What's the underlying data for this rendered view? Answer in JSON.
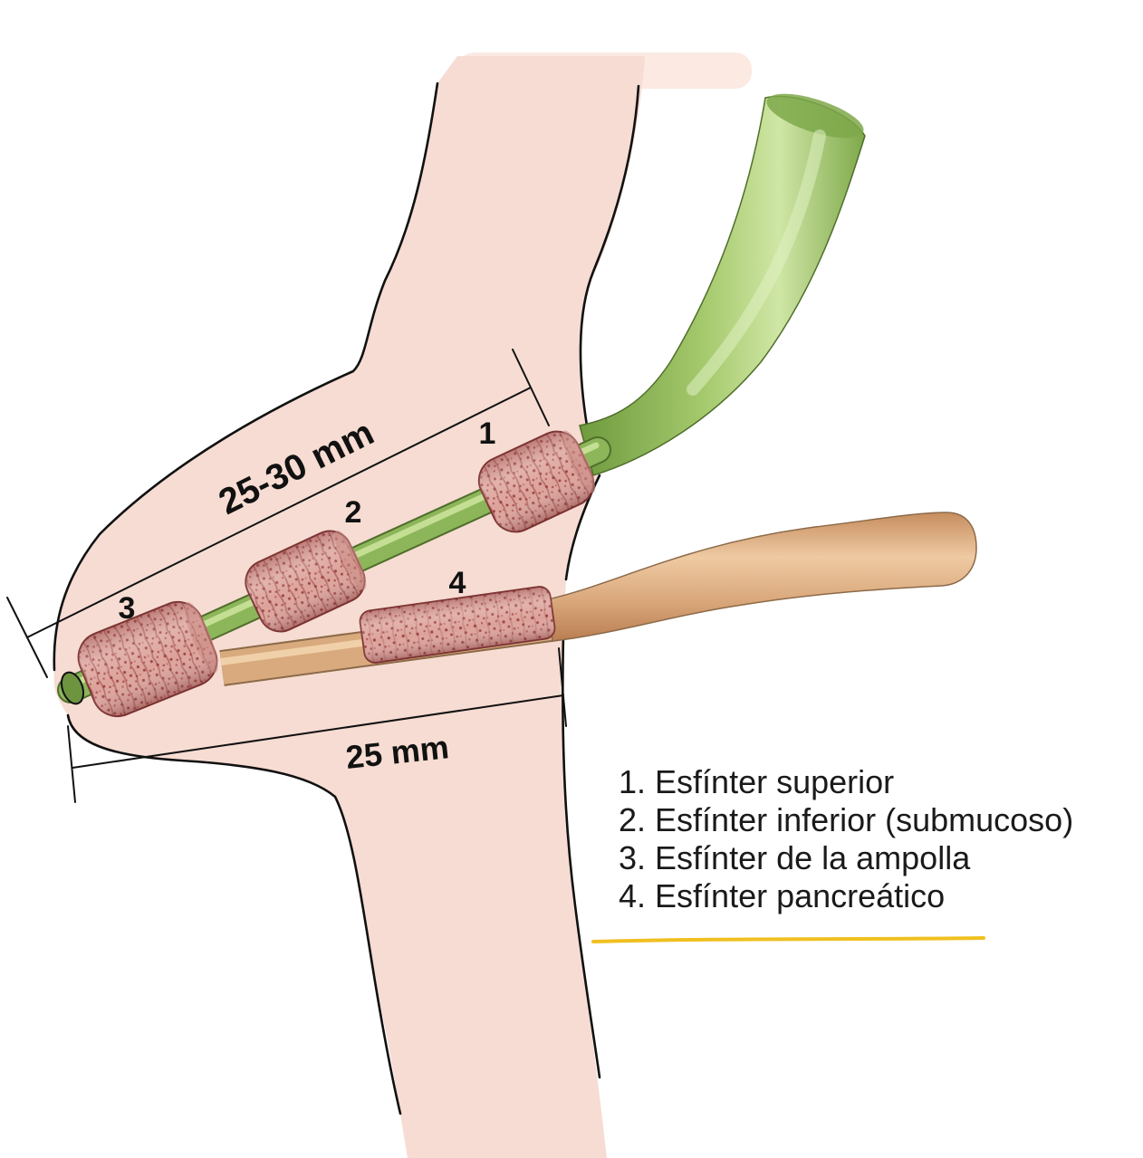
{
  "figure": {
    "dimension_upper": "25-30 mm",
    "dimension_lower": "25 mm",
    "markers": [
      "1",
      "2",
      "3",
      "4"
    ]
  },
  "legend": {
    "items": [
      "1. Esfínter superior",
      "2. Esfínter inferior (submucoso)",
      "3. Esfínter de la ampolla",
      "4. Esfínter pancreático"
    ]
  },
  "colors": {
    "tissue": "#f6dcd2",
    "bile_duct": "#8db55a",
    "pancreatic_duct": "#d8aa7e",
    "sphincter": "#dca29a",
    "accent_line": "#f0c020"
  }
}
